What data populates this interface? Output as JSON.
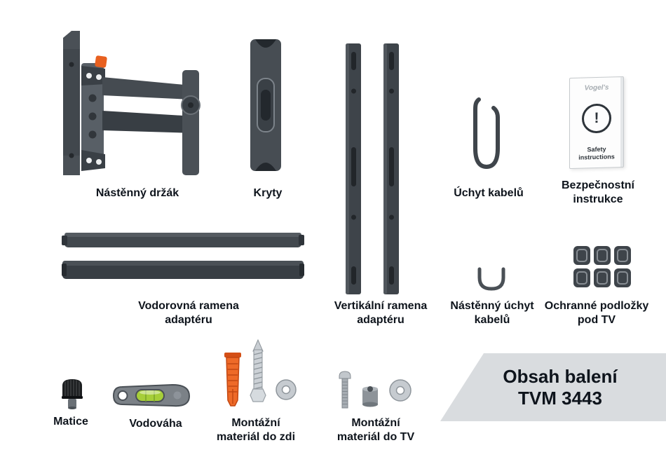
{
  "banner": {
    "line1": "Obsah balení",
    "line2": "TVM 3443"
  },
  "labels": {
    "wall_mount": "Nástěnný držák",
    "covers": "Kryty",
    "cable_clip": "Úchyt kabelů",
    "safety_booklet": "Bezpečnostní\ninstrukce",
    "horizontal_arms": "Vodorovná ramena\nadaptéru",
    "vertical_arms": "Vertikální ramena\nadaptéru",
    "wall_cable_clip": "Nástěnný úchyt\nkabelů",
    "tv_pads": "Ochranné podložky\npod TV",
    "nut": "Matice",
    "spirit_level": "Vodováha",
    "wall_hardware": "Montážní\nmateriál do zdi",
    "tv_hardware": "Montážní\nmateriál do TV"
  },
  "booklet": {
    "brand": "Vogel's",
    "alert": "!",
    "caption": "Safety\ninstructions"
  },
  "colors": {
    "part_dark": "#3e444a",
    "part_mid": "#565c63",
    "accent_orange": "#e8601f",
    "vial_green": "#a6ce39",
    "banner_bg": "#d9dcdf",
    "label_text": "#0e141c"
  }
}
